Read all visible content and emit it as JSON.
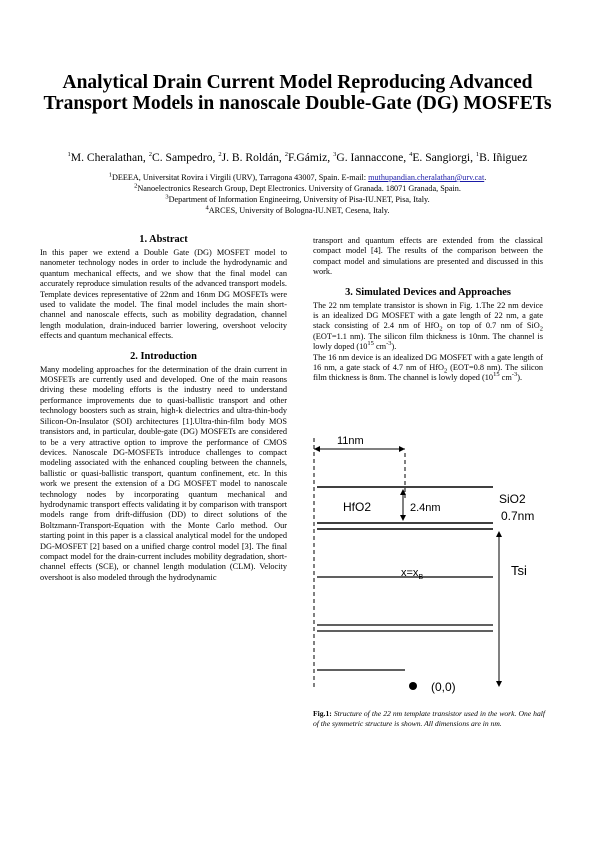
{
  "title": "Analytical Drain Current Model Reproducing Advanced Transport Models in nanoscale Double-Gate (DG) MOSFETs",
  "authors": [
    {
      "sup": "1",
      "name": "M. Cheralathan, "
    },
    {
      "sup": "2",
      "name": "C. Sampedro, "
    },
    {
      "sup": "2",
      "name": "J. B. Roldán, "
    },
    {
      "sup": "2",
      "name": "F.Gámiz, "
    },
    {
      "sup": "3",
      "name": "G. Iannaccone, "
    },
    {
      "sup": "4",
      "name": "E. Sangiorgi, "
    },
    {
      "sup": "1",
      "name": "B. Iñiguez"
    }
  ],
  "affiliations": [
    {
      "sup": "1",
      "text": "DEEEA, Universitat Rovira i Virgili (URV), Tarragona 43007, Spain. E-mail: ",
      "email": "muthupandian.cheralathan@urv.cat",
      "after": "."
    },
    {
      "sup": "2",
      "text": "Nanoelectronics Research Group, Dept Electronics. University of Granada. 18071 Granada, Spain."
    },
    {
      "sup": "3",
      "text": "Department of Information Engineeirng, University of Pisa-IU.NET, Pisa, Italy."
    },
    {
      "sup": "4",
      "text": "ARCES, University of Bologna-IU.NET, Cesena, Italy."
    }
  ],
  "abstract": {
    "heading": "1. Abstract",
    "text": "In this paper we extend a Double Gate (DG) MOSFET model to nanometer technology nodes in order to include the hydrodynamic and quantum mechanical effects, and we show that the final model can accurately reproduce simulation results of the advanced transport models. Template devices representative of 22nm and 16nm DG MOSFETs were used to validate the model. The final model includes the main short-channel and nanoscale effects, such as mobility degradation, channel length modulation, drain-induced barrier lowering, overshoot velocity effects and quantum mechanical effects."
  },
  "introduction": {
    "heading": "2. Introduction",
    "text": "Many modeling approaches for the determination of the drain current in MOSFETs are currently used and developed. One of the main reasons driving these modeling efforts is the industry need to understand performance improvements due to quasi-ballistic transport and other technology boosters such as strain, high-k dielectrics and ultra-thin-body Silicon-On-Insulator (SOI) architectures [1].Ultra-thin-film body MOS transistors and, in particular, double-gate (DG) MOSFETs are considered to be a very attractive option to improve the performance of CMOS devices. Nanoscale DG-MOSFETs introduce challenges to compact modeling associated with the enhanced coupling between the channels, ballistic or quasi-ballistic transport, quantum confinement, etc. In this work we present the extension of a DG MOSFET model to nanoscale technology nodes by incorporating quantum mechanical and hydrodynamic transport effects validating it by comparison with transport models range from drift-diffusion (DD) to direct solutions of the Boltzmann-Transport-Equation with the Monte Carlo method. Our starting point in this paper is a classical analytical model for the undoped DG-MOSFET [2] based on a unified charge control model [3]. The final compact model for the drain-current includes mobility degradation, short-channel effects (SCE), or channel length modulation (CLM). Velocity overshoot is also modeled through the hydrodynamic",
    "continued": "transport and quantum effects are extended from the classical compact model [4]. The results of the comparison between the compact model and simulations are presented and discussed in this work."
  },
  "section3": {
    "heading": "3. Simulated Devices and Approaches",
    "p1a": "The 22 nm template transistor is shown in Fig. 1.The 22 nm device is an idealized DG MOSFET with a gate length of 22 nm, a gate stack consisting of 2.4 nm of HfO",
    "p1b": " on top of 0.7 nm of SiO",
    "p1c": " (EOT=1.1 nm). The silicon film thickness is 10nm. The channel is lowly doped (10",
    "p1d": " cm",
    "p1e": ").",
    "p2a": "The 16 nm device is an idealized DG MOSFET with a gate length of 16 nm, a gate stack of 4.7 nm of HfO",
    "p2b": " (EOT=0.8 nm). The silicon film thickness is 8nm. The channel is lowly doped (10",
    "p2c": " cm",
    "p2d": ").",
    "sub2": "2",
    "sup15": "15",
    "supm3": "-3"
  },
  "figure": {
    "label_11nm": "11nm",
    "label_hfo2": "HfO2",
    "label_24nm": "2.4nm",
    "label_sio2": "SiO2",
    "label_07nm": "0.7nm",
    "label_tsi": "Tsi",
    "label_x": "x=x",
    "label_x_sub": "B",
    "label_origin": "(0,0)"
  },
  "caption": {
    "label": "Fig.1:",
    "text": " Structure of the 22 nm template transistor used in the work. One half of the symmetric structure is shown. All dimensions are in nm."
  }
}
